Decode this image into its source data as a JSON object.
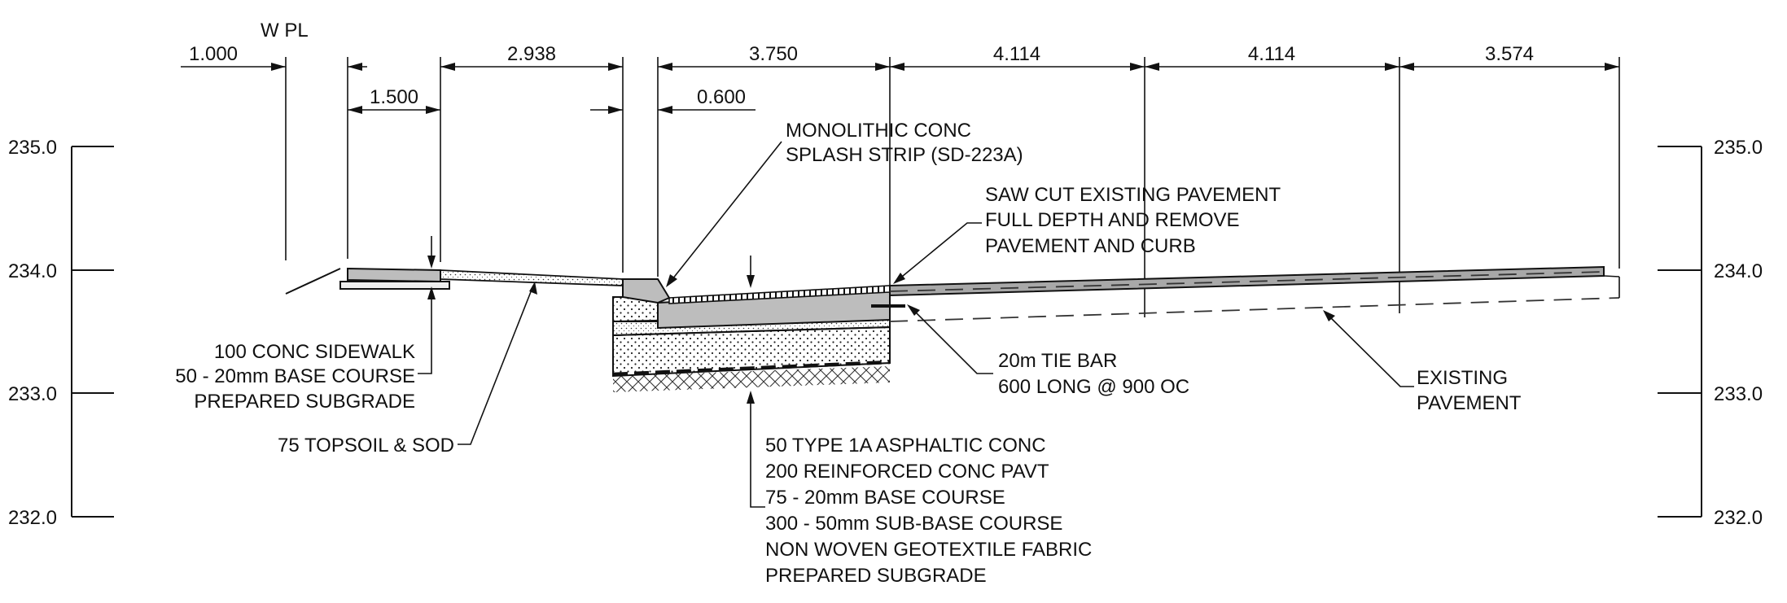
{
  "header": {
    "property_line": "W PL"
  },
  "elevations": {
    "left": [
      "235.0",
      "234.0",
      "233.0",
      "232.0"
    ],
    "right": [
      "235.0",
      "234.0",
      "233.0",
      "232.0"
    ]
  },
  "dimensions": {
    "top_row": [
      "1.000",
      "2.938",
      "3.750",
      "4.114",
      "4.114",
      "3.574"
    ],
    "second_row": [
      "1.500",
      "0.600"
    ]
  },
  "callouts": {
    "splash_strip": [
      "MONOLITHIC CONC",
      "SPLASH STRIP (SD-223A)"
    ],
    "saw_cut": [
      "SAW CUT EXISTING PAVEMENT",
      "FULL DEPTH AND REMOVE",
      "PAVEMENT AND CURB"
    ],
    "sidewalk": [
      "100 CONC SIDEWALK",
      "50 - 20mm BASE COURSE",
      "PREPARED SUBGRADE"
    ],
    "topsoil": "75 TOPSOIL & SOD",
    "tie_bar": [
      "20m TIE BAR",
      "600 LONG @ 900 OC"
    ],
    "existing": [
      "EXISTING",
      "PAVEMENT"
    ],
    "pavement_structure": [
      "50 TYPE 1A ASPHALTIC CONC",
      "200 REINFORCED CONC PAVT",
      "75 - 20mm BASE COURSE",
      "300 - 50mm SUB-BASE COURSE",
      "NON WOVEN GEOTEXTILE FABRIC",
      "PREPARED SUBGRADE"
    ]
  },
  "colors": {
    "line": "#111111",
    "concrete_fill": "#bdbdbd",
    "asphalt_fill": "#a8a8a8"
  }
}
